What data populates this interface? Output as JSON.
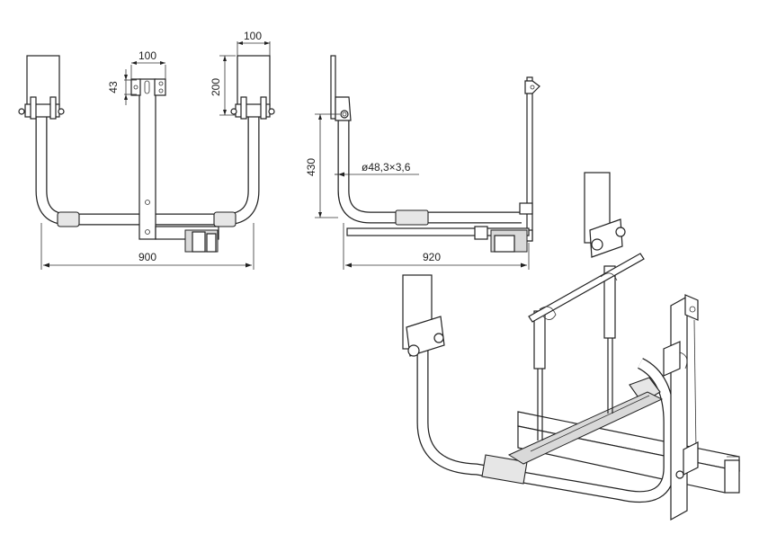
{
  "dimensions": {
    "front_width": "900",
    "front_plate_width": "100",
    "front_mast_width": "100",
    "front_plate_height": "200",
    "front_slot_height": "43",
    "side_length": "920",
    "side_height": "430",
    "tube_spec": "ø48,3×3,6"
  }
}
